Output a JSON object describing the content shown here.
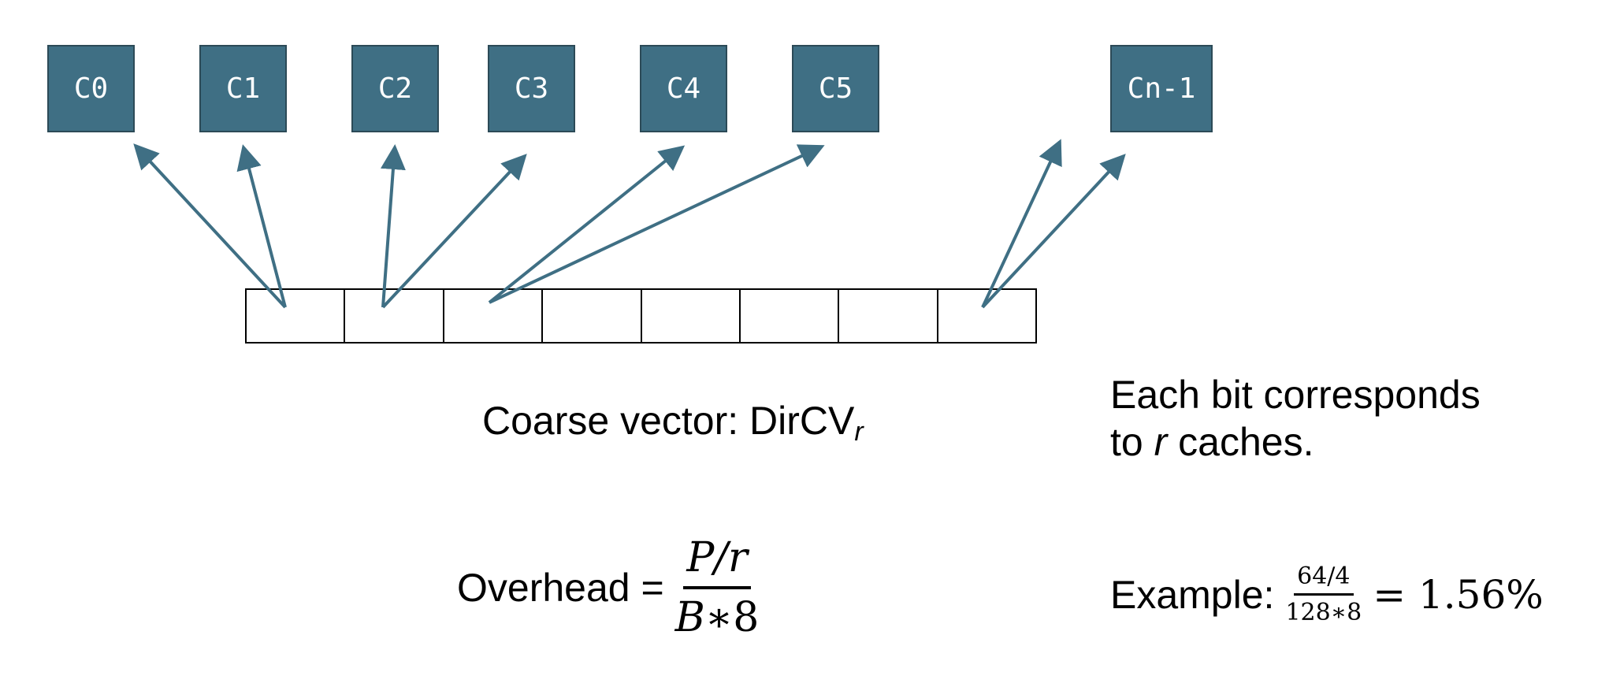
{
  "caches": [
    "C0",
    "C1",
    "C2",
    "C3",
    "C4",
    "C5",
    "Cn-1"
  ],
  "bit_count": 8,
  "colors": {
    "cache_fill": "#3f6f84",
    "cache_border": "#2c4a57",
    "arrow": "#3f6f84"
  },
  "coarse_vector": {
    "label": "Coarse vector: DirCV",
    "subscript": "r"
  },
  "bit_note": {
    "line1": "Each bit corresponds",
    "line2_pre": "to ",
    "line2_var": "r",
    "line2_post": " caches."
  },
  "overhead": {
    "label": "Overhead =",
    "numerator": "P/r",
    "denominator_var": "B",
    "denominator_rest": "∗8"
  },
  "example": {
    "label": "Example:",
    "numerator": "64/4",
    "denominator": "128∗8",
    "result": "= 1.56%"
  }
}
